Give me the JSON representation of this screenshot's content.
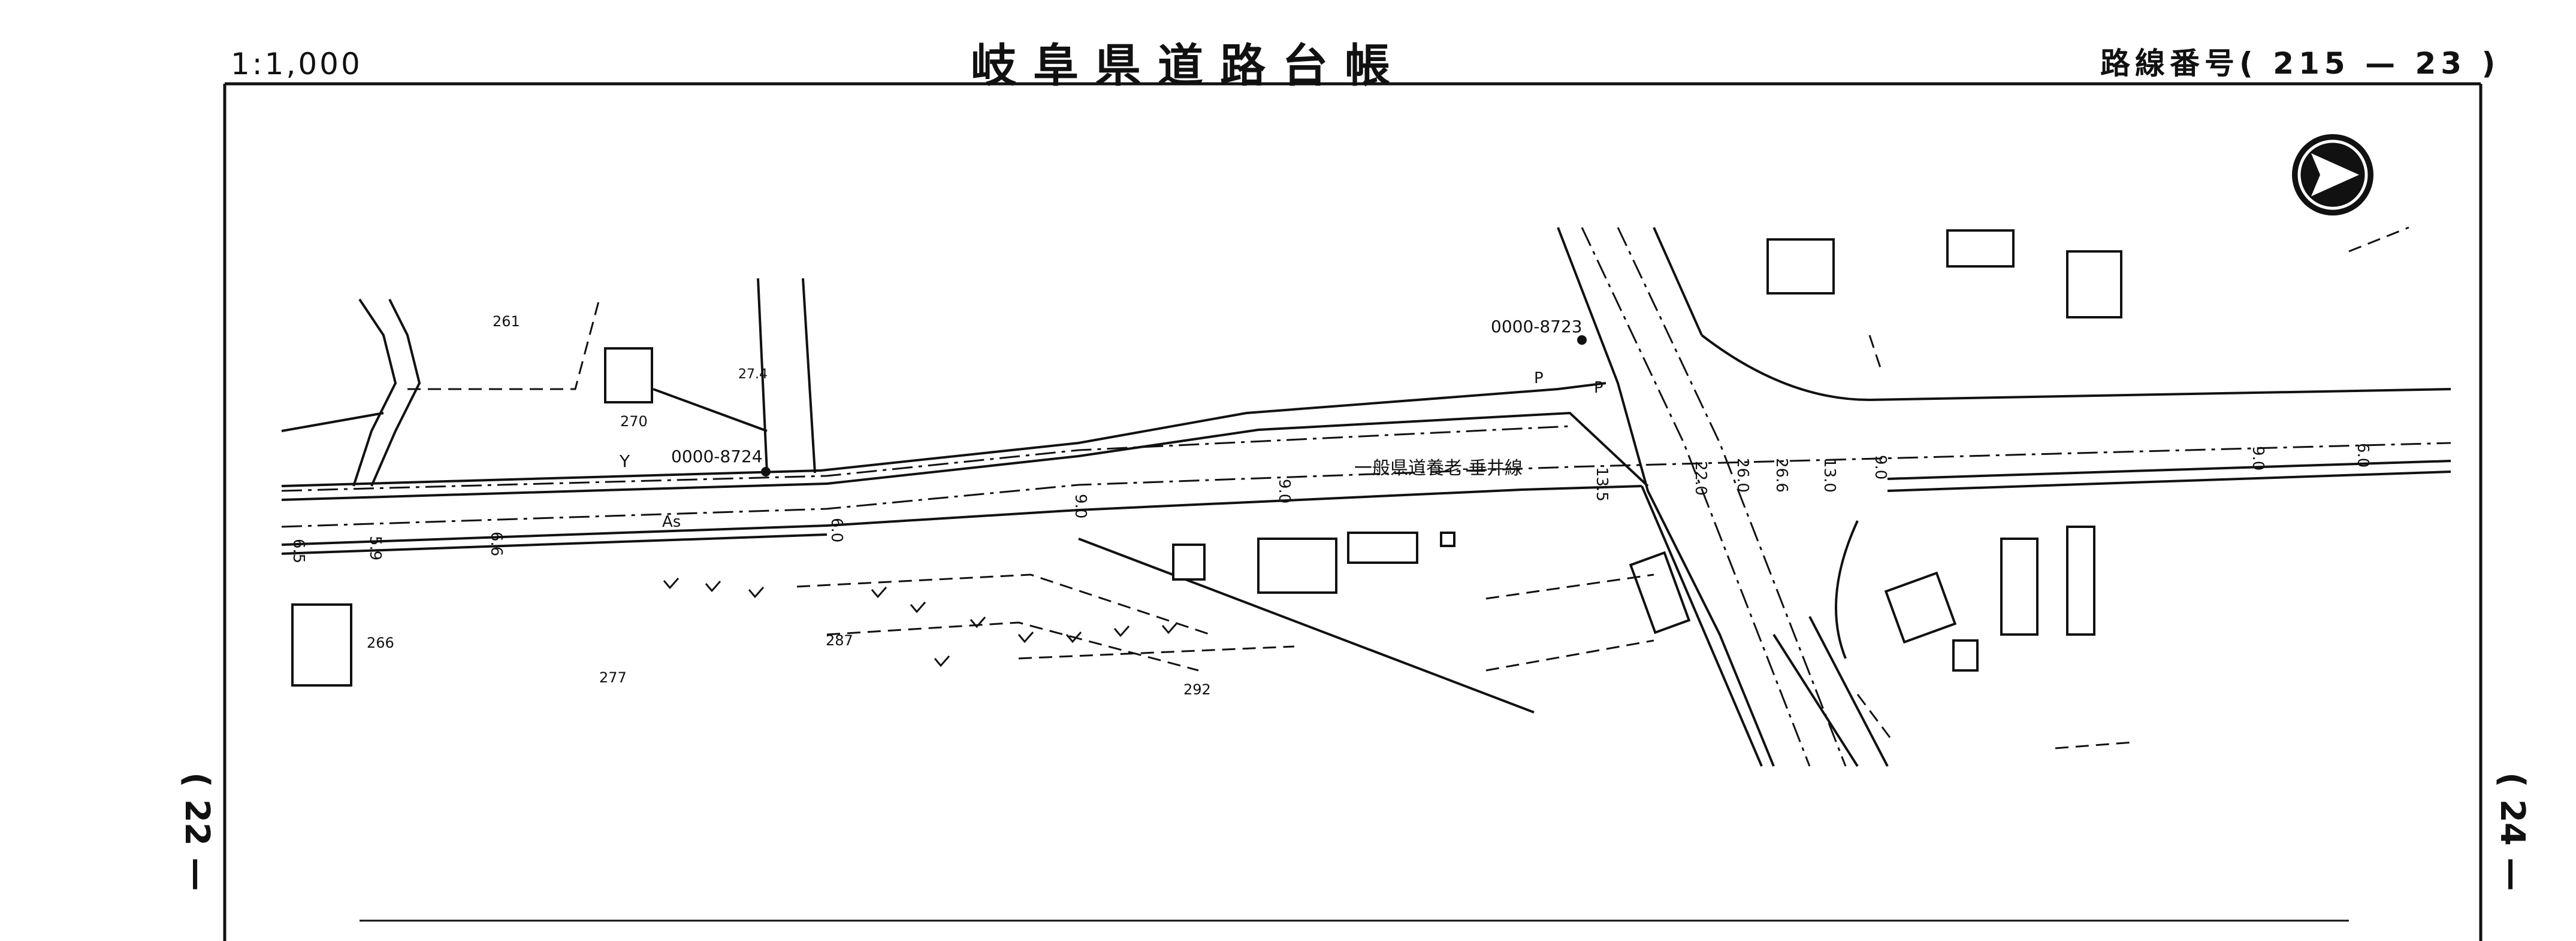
{
  "header": {
    "scale": "1:1,000",
    "title": "岐阜県道路台帳",
    "route_prefix": "路線番号(",
    "route_number": "215",
    "route_dash": "—",
    "route_section": "23",
    "route_suffix": ")"
  },
  "adjacent_pages": {
    "left": "( 22 —",
    "right": "( 24 —"
  },
  "map": {
    "road_name": "一般県道養老-垂井線",
    "benchmarks": [
      "0000-8723",
      "0000-8724"
    ],
    "parcels": [
      "261",
      "270",
      "27.4",
      "266",
      "277",
      "287",
      "292"
    ],
    "surface": "As",
    "widths": [
      "6.5",
      "5.9",
      "6.6",
      "6.0",
      "9.0",
      "9.0",
      "13.5",
      "22.0",
      "26.0",
      "26.6",
      "13.0",
      "9.0",
      "9.0",
      "6.0"
    ],
    "symbols": [
      "P",
      "P",
      "Y"
    ]
  },
  "north_arrow": "north-arrow-icon"
}
